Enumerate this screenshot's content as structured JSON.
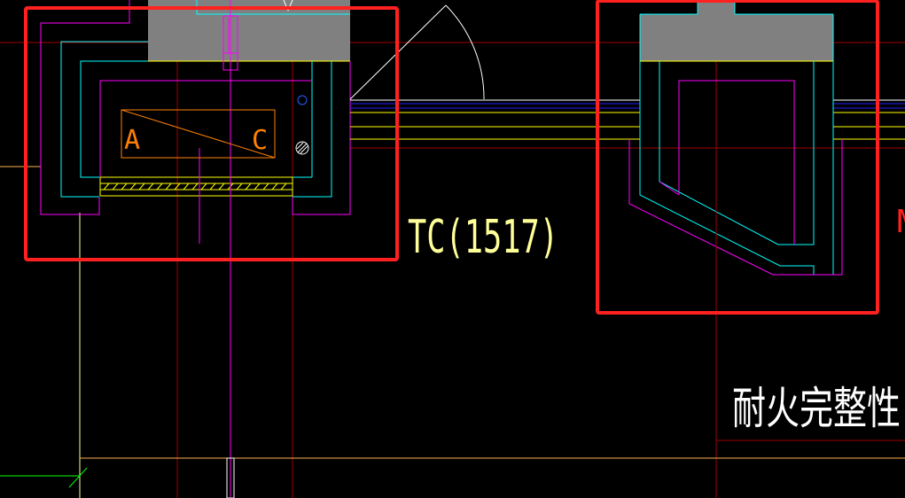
{
  "labels": {
    "label_a": "A",
    "label_c": "C",
    "window_code": "TC(1517)",
    "fire_integrity": "耐火完整性",
    "right_edge_partial": "M"
  },
  "colors": {
    "background": "#000000",
    "red_highlight": "#ff2020",
    "wall_fill": "#808080",
    "cyan": "#00ffff",
    "magenta": "#ff00ff",
    "yellow": "#ffff00",
    "orange": "#ff8000",
    "white": "#ffffff",
    "blue": "#2020ff",
    "dark_red": "#a00000",
    "green": "#00ff00",
    "pale_yellow": "#ffff99"
  },
  "icons": {
    "blue_circle": "small-blue-circle-icon",
    "hatched_circle": "hatched-circle-icon"
  }
}
